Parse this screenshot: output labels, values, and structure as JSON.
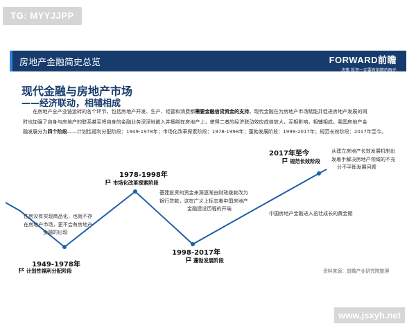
{
  "badge": {
    "text": "TG: MYYJJPP"
  },
  "header": {
    "title": "房地产金融简史总览",
    "brand_name": "FORWARD前瞻",
    "brand_slogan": "决策 投资一定要有前瞻的眼光"
  },
  "heading": {
    "title": "现代金融与房地产市场",
    "subtitle": "——经济联动，相辅相成"
  },
  "intro": {
    "line1": "在房地产全产业链运转的各个环节，包括房地产开发、生产、经营和消费都",
    "line1_bold": "需要金融信贷资金的支持",
    "line1_end": "。现代金融在为房地产市场赋能并促进房地产发展的同",
    "line2": "时也加强了自身与房地产的联系甚至将自身的金融业务深深地嵌入并捆绑在房地产上，使得二者的经济联动效应成倍放大，互相影响，相辅相成。我国房地产金",
    "line3a": "融发展分为",
    "line3_bold": "四个阶段",
    "line3b": "——计划性福利分配阶段：1949-1978年；市场化改革探索阶段：1978-1998年；蓬勃发展阶段：1998-2017年；规范长效阶段：2017年至今。"
  },
  "stages": [
    {
      "years": "1949-1978年",
      "name": "计划性福利分配阶段",
      "desc": [
        "住房没有实现商品化，也就不存",
        "在房地产市场，更不会有房地产",
        "金融的出现"
      ]
    },
    {
      "years": "1978-1998年",
      "name": "市场化改革探索阶段",
      "desc": [
        "基建投资的资金来源逐渐由财政拨款改为",
        "银行贷款，这在广义上标志着中国房地产",
        "金融建设历程的开端"
      ]
    },
    {
      "years": "1998-2017年",
      "name": "蓬勃发展阶段",
      "desc": [
        "中国房地产金融进入茁壮成长的黄金期"
      ]
    },
    {
      "years": "2017年至今",
      "name": "规范长效阶段",
      "desc": [
        "从建立房地产长效发展机制出",
        "发着手解决房地产领域的不充",
        "分不平衡发展问题"
      ]
    }
  ],
  "source": "资料来源：前瞻产业研究院整理",
  "watermark": "www.jsxyh.net",
  "colors": {
    "primary": "#173b6c",
    "line": "#1f5fa8",
    "accent": "#2f7fd8"
  }
}
